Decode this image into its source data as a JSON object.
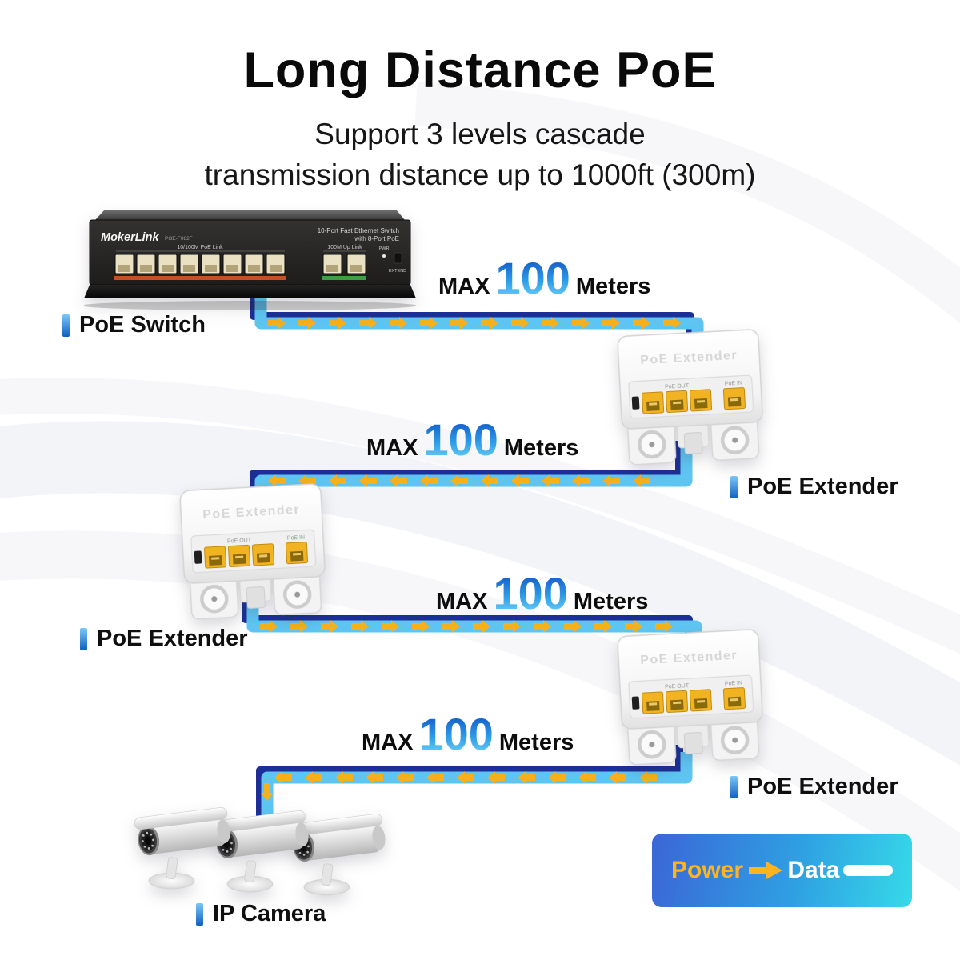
{
  "page": {
    "title": "Long Distance PoE",
    "subtitle_line1": "Support 3 levels cascade",
    "subtitle_line2": "transmission distance up to 1000ft (300m)"
  },
  "captions": {
    "switch": "PoE Switch",
    "extender1": "PoE Extender",
    "extender2": "PoE Extender",
    "extender3": "PoE Extender",
    "camera": "IP Camera"
  },
  "distances": {
    "d1": {
      "prefix": "MAX",
      "value": "100",
      "unit": "Meters"
    },
    "d2": {
      "prefix": "MAX",
      "value": "100",
      "unit": "Meters"
    },
    "d3": {
      "prefix": "MAX",
      "value": "100",
      "unit": "Meters"
    },
    "d4": {
      "prefix": "MAX",
      "value": "100",
      "unit": "Meters"
    }
  },
  "switch_device": {
    "brand": "MokerLink",
    "model": "POE-F082F",
    "desc_line1": "10-Port Fast Ethernet Switch",
    "desc_line2": "with 8-Port PoE",
    "poe_ports_label": "10/100M PoE Link",
    "uplink_ports_label": "100M Up Link",
    "pwr_label": "PWR",
    "extend_label": "EXTEND"
  },
  "extender_device": {
    "panel_text": "PoE Extender",
    "port_out_label": "PoE OUT",
    "port_in_label": "PoE IN"
  },
  "legend": {
    "power_label": "Power",
    "data_label": "Data"
  },
  "colors": {
    "cable_dark_blue": "#1c2f96",
    "cable_light_blue": "#5ec5f2",
    "arrow_yellow": "#f6b01c",
    "value_blue_top": "#0f4fc4",
    "value_blue_bottom": "#74d6f8",
    "caption_bar_top": "#7cc7f7",
    "caption_bar_bottom": "#0f5fc0",
    "legend_gradient_start": "#3b66d6",
    "legend_gradient_end": "#36d9e9",
    "legend_power_text": "#ffb41e"
  }
}
